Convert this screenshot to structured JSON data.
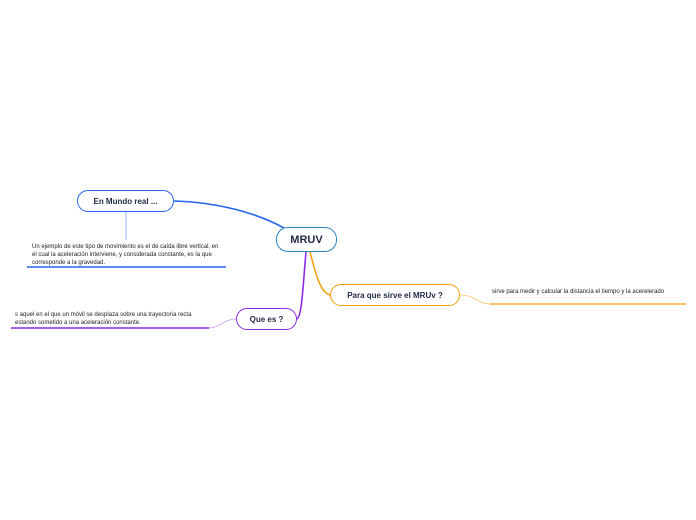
{
  "central": {
    "label": "MRUV",
    "color": "#2e86c1"
  },
  "branches": [
    {
      "id": "mundo-real",
      "label": "En Mundo real ...",
      "color": "#2563eb",
      "note": "Un ejemplo de este tipo de movimiento es el de caída libre vertical, en el cual la aceleración interviene, y considerada constante, es la que corresponde a la gravedad."
    },
    {
      "id": "para-que-sirve",
      "label": "Para que sirve el MRUv ?",
      "color": "#f59e0b",
      "note": "sirve para medir y calcular la distancia el tiempo y la acerelerado"
    },
    {
      "id": "que-es",
      "label": "Que es ?",
      "color": "#8b2be2",
      "note": "s aquel en el que un móvil se desplaza sobre una trayectoria recta estando sometido a una aceleración constante."
    }
  ]
}
